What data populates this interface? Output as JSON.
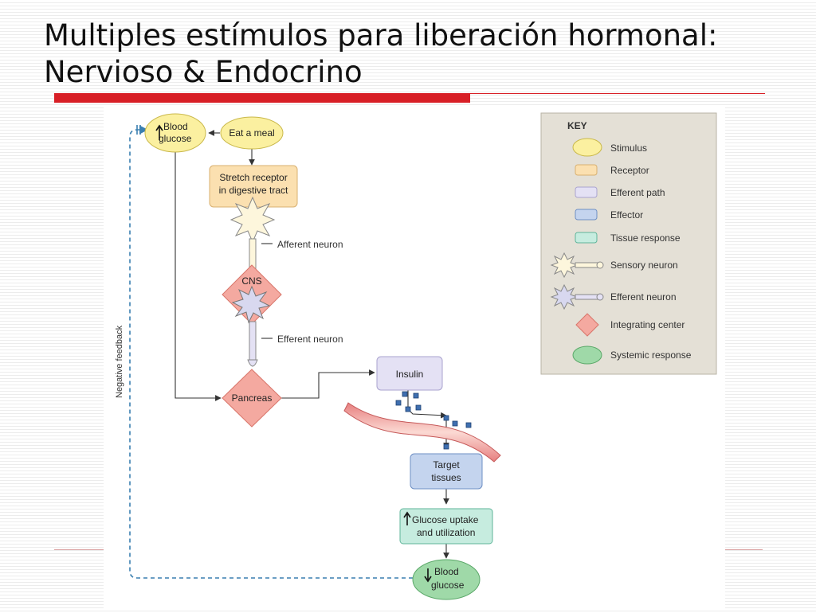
{
  "slide": {
    "title_line1": "Multiples estímulos para liberación hormonal:",
    "title_line2": "Nervioso & Endocrino"
  },
  "diagram": {
    "blood_glucose_top": [
      "Blood",
      "glucose"
    ],
    "eat_meal": "Eat a meal",
    "stretch_receptor": [
      "Stretch receptor",
      "in digestive tract"
    ],
    "afferent_neuron": "Afferent neuron",
    "cns": "CNS",
    "efferent_neuron": "Efferent neuron",
    "pancreas": "Pancreas",
    "insulin": "Insulin",
    "target_tissues": [
      "Target",
      "tissues"
    ],
    "glucose_uptake": [
      "Glucose uptake",
      "and utilization"
    ],
    "blood_glucose_bottom": [
      "Blood",
      "glucose"
    ],
    "negative_feedback": "Negative feedback"
  },
  "key": {
    "title": "KEY",
    "items": [
      {
        "label": "Stimulus",
        "shape": "ellipse",
        "color": "#fbf0a0"
      },
      {
        "label": "Receptor",
        "shape": "rect",
        "color": "#fbe0b0"
      },
      {
        "label": "Efferent path",
        "shape": "rect",
        "color": "#e4e1f4"
      },
      {
        "label": "Effector",
        "shape": "rect",
        "color": "#c4d4ee"
      },
      {
        "label": "Tissue response",
        "shape": "rect",
        "color": "#c6ecdf"
      },
      {
        "label": "Sensory neuron",
        "shape": "sensory-neuron-icon",
        "color": "#fbf0d0"
      },
      {
        "label": "Efferent neuron",
        "shape": "efferent-neuron-icon",
        "color": "#d8d8ef"
      },
      {
        "label": "Integrating center",
        "shape": "diamond",
        "color": "#f4a9a0"
      },
      {
        "label": "Systemic response",
        "shape": "ellipse",
        "color": "#9fd9a8"
      }
    ]
  },
  "colors": {
    "title_rule": "#d81f26",
    "stimulus": "#fbf0a0",
    "receptor": "#fbe0b0",
    "integrating": "#f4a9a0",
    "efferent_path": "#e4e1f4",
    "effector": "#c4d4ee",
    "tissue": "#c6ecdf",
    "systemic": "#9fd9a8",
    "feedback_line": "#3a7fb0"
  }
}
